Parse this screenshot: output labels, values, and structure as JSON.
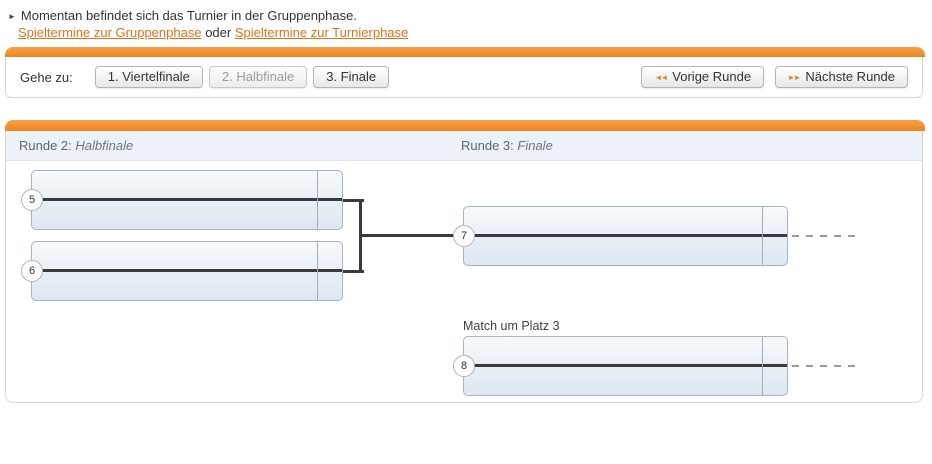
{
  "notice": {
    "bullet": "►",
    "line1": "Momentan befindet sich das Turnier in der Gruppenphase.",
    "link_group_phase": "Spieltermine zur Gruppenphase",
    "separator_word": "oder",
    "link_tournament_phase": "Spieltermine zur Turnierphase"
  },
  "nav": {
    "goto_label": "Gehe zu:",
    "round_buttons": [
      {
        "label": "1. Viertelfinale",
        "disabled": false
      },
      {
        "label": "2. Halbfinale",
        "disabled": true
      },
      {
        "label": "3. Finale",
        "disabled": false
      }
    ],
    "prev_button": {
      "icon_glyph": "◄◄",
      "label": "Vorige Runde"
    },
    "next_button": {
      "icon_glyph": "►►",
      "label": "Nächste Runde"
    }
  },
  "bracket": {
    "round2_header": {
      "prefix": "Runde 2:",
      "name": "Halbfinale"
    },
    "round3_header": {
      "prefix": "Runde 3:",
      "name": "Finale"
    },
    "third_place_label": "Match um Platz 3",
    "matches": [
      {
        "number": "5",
        "round": "Halbfinale"
      },
      {
        "number": "6",
        "round": "Halbfinale"
      },
      {
        "number": "7",
        "round": "Finale"
      },
      {
        "number": "8",
        "round": "Match um Platz 3"
      }
    ]
  },
  "colors": {
    "accent_orange": "#f19038",
    "link_orange": "#e0731c",
    "connector_dark": "#3b3b3b",
    "match_border": "#a9b4c1",
    "match_fill_top": "#f7fafd",
    "match_fill_bottom": "#dde7f1",
    "header_strip": "#edf2f8",
    "dash_gray": "#999999"
  }
}
